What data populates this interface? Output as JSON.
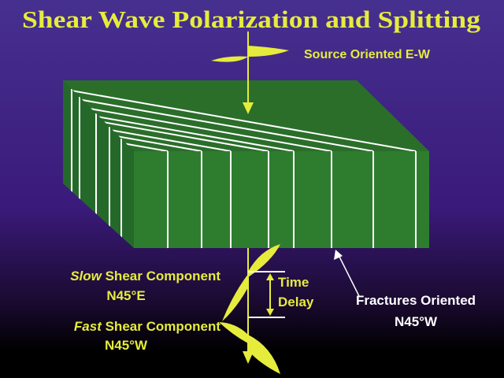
{
  "title": "Shear Wave Polarization and Splitting",
  "labels": {
    "source": "Source Oriented E-W",
    "slow_italic": "Slow",
    "slow_rest": " Shear Component",
    "slow_orientation": "N45°E",
    "fast_italic": "Fast",
    "fast_rest": " Shear Component",
    "fast_orientation": "N45°W",
    "time": "Time",
    "delay": "Delay",
    "fractures": "Fractures Oriented",
    "fractures_orientation": "N45°W"
  },
  "colors": {
    "bg_top": "#46308f",
    "bg_mid": "#3a1a7a",
    "bg_bottom": "#000000",
    "yellow": "#e6ec3c",
    "block_front": "#2e7d2e",
    "block_top": "#2a6e2a",
    "block_side": "#25692a",
    "fracture": "#ffffff"
  }
}
